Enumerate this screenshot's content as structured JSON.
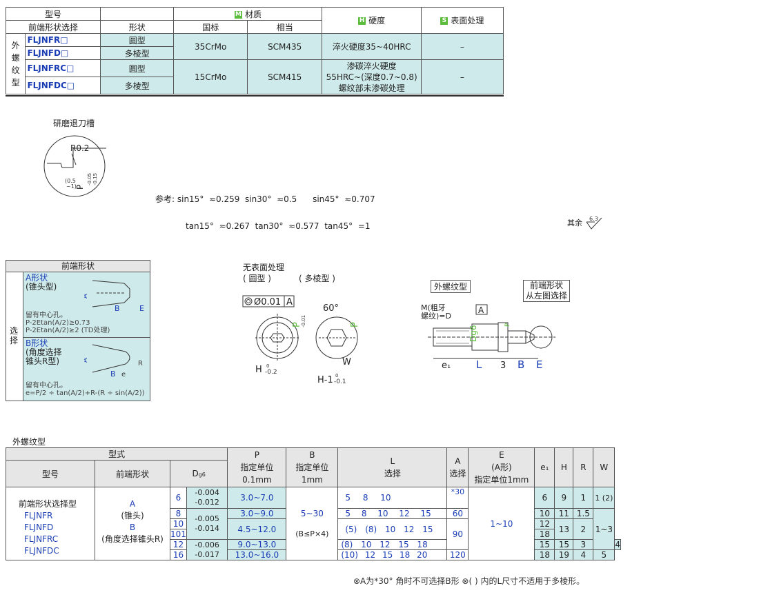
{
  "material_table": {
    "h_model": "型号",
    "h_front_shape_sel": "前端形状选择",
    "h_shape": "形状",
    "h_material": "材质",
    "h_material_badge": "M",
    "h_gb": "国标",
    "h_equiv": "相当",
    "h_hardness": "硬度",
    "h_hardness_badge": "H",
    "h_surface": "表面处理",
    "h_surface_badge": "S",
    "side_label": "外螺纹型",
    "rows": [
      {
        "model": "FLJNFR□",
        "shape": "圆型"
      },
      {
        "model": "FLJNFD□",
        "shape": "多棱型"
      },
      {
        "model": "FLJNFRC□",
        "shape": "圆型"
      },
      {
        "model": "FLJNFDC□",
        "shape": "多棱型"
      }
    ],
    "group1": {
      "gb": "35CrMo",
      "equiv": "SCM435",
      "hardness": "淬火硬度35~40HRC",
      "surface": "–"
    },
    "group2": {
      "gb": "15CrMo",
      "equiv": "SCM415",
      "hardness_l1": "渗碳淬火硬度",
      "hardness_l2": "55HRC~(深度0.7~0.8)",
      "hardness_l3": "螺纹部未渗碳处理",
      "surface": "–"
    }
  },
  "groove": {
    "title": "研磨退刀槽",
    "r": "R0.2",
    "d1": "(0.5",
    "d2": "~1)",
    "tol1": "-0.05",
    "tol2": "-0.15",
    "p": "P"
  },
  "reference": {
    "line1": "参考: sin15°  ≈0.259  sin30°  ≈0.5      sin45°  ≈0.707",
    "line2": "tan15°  ≈0.267  tan30°  ≈0.577  tan45°  =1"
  },
  "roughness": {
    "label": "其余",
    "value": "6.3"
  },
  "front_shape": {
    "title": "前端形状",
    "side": "选择",
    "a_title": "A形状",
    "a_sub": "(锥头型)",
    "a_note1": "留有中心孔。",
    "a_note2": "P-2Etan(A/2)≥0.73",
    "a_note3": "P-2Etan(A/2)≥2  (TD处理)",
    "b_title": "B形状",
    "b_sub1": "(角度选择",
    "b_sub2": "锥头R型)",
    "b_note1": "留有中心孔。",
    "b_note2": "e=P/2 ÷ tan(A/2)+R-(R ÷ sin(A/2))",
    "lbl_a": "A°",
    "lbl_b": "B",
    "lbl_e": "E",
    "lbl_r": "R",
    "lbl_e2": "e"
  },
  "no_surface": {
    "title": "无表面处理",
    "round": "( 圆型 )",
    "poly": "( 多棱型 )",
    "tol_box": "Ø0.01",
    "tol_ref": "A",
    "angle": "60°",
    "p": "P",
    "p_tol": "-0.01",
    "p_tol0": "0",
    "w": "W",
    "h1": "H",
    "h1_tol": "-0.2",
    "h2": "H-1",
    "h2_tol": "-0.1",
    "zero": "0"
  },
  "ext_view": {
    "label": "外螺纹型",
    "front_label1": "前端形状",
    "front_label2": "从左图选择",
    "m_label1": "M(粗牙",
    "m_label2": "螺纹)=D",
    "ref": "A",
    "dg": "Dg6",
    "p": "P",
    "e1": "e₁",
    "l": "L",
    "three": "3",
    "b": "B",
    "e": "E"
  },
  "spec_title": "外螺纹型",
  "spec": {
    "h_type": "型式",
    "h_model": "型号",
    "h_front": "前端形状",
    "h_d": "D",
    "h_d_sub": "g6",
    "h_p1": "P",
    "h_p2": "指定单位",
    "h_p3": "0.1mm",
    "h_b1": "B",
    "h_b2": "指定单位",
    "h_b3": "1mm",
    "h_l1": "L",
    "h_l2": "选择",
    "h_a1": "A",
    "h_a2": "选择",
    "h_e1": "E",
    "h_e2": "(A形)",
    "h_e3": "指定单位1mm",
    "h_e1sub": "e₁",
    "h_h": "H",
    "h_r": "R",
    "h_w": "W",
    "model_lines": [
      "前端形状选择型",
      "FLJNFR",
      "FLJNFD",
      "FLJNFRC",
      "FLJNFDC"
    ],
    "front_lines": [
      "A",
      "(锥头)",
      "B",
      "(角度选择锥头R)"
    ],
    "b_range": "5~30",
    "b_cond": "(B≤P×4)",
    "e_range": "1~10",
    "rows": [
      {
        "d": "6",
        "tol": [
          "-0.004",
          "-0.012"
        ],
        "p": "3.0~7.0",
        "l": [
          "5",
          "8",
          "10"
        ],
        "a": "*30",
        "e1": "6",
        "h": "9",
        "r": "1",
        "w": "1 (2)"
      },
      {
        "d": "8",
        "tol": [
          "-0.005",
          "-0.014"
        ],
        "p": "3.0~9.0",
        "l": [
          "5",
          "8",
          "10",
          "12",
          "15"
        ],
        "a": "60",
        "e1": "10",
        "h": "11",
        "r": "1.5",
        "w": ""
      },
      {
        "d": "10",
        "p": "4.5~12.0",
        "l": [
          "(5)",
          "(8)",
          "10",
          "12",
          "15"
        ],
        "a": "90",
        "e1": "12",
        "h": "13",
        "r": "2",
        "w": "1~3"
      },
      {
        "d": "101",
        "e1": "18"
      },
      {
        "d": "12",
        "tol": [
          "-0.006",
          "-0.017"
        ],
        "p": "9.0~13.0",
        "l": [
          "(8)",
          "10",
          "12",
          "15",
          "18"
        ],
        "a": "",
        "e1": "15",
        "h": "15",
        "r": "3",
        "w": "4"
      },
      {
        "d": "16",
        "p": "13.0~16.0",
        "l": [
          "(10)",
          "12",
          "15",
          "18",
          "20"
        ],
        "a": "120",
        "e1": "18",
        "h": "19",
        "r": "4",
        "w": "5"
      }
    ],
    "note": "⊗A为*30° 角时不可选择B形 ⊗( ) 内的L尺寸不适用于多棱形。"
  }
}
